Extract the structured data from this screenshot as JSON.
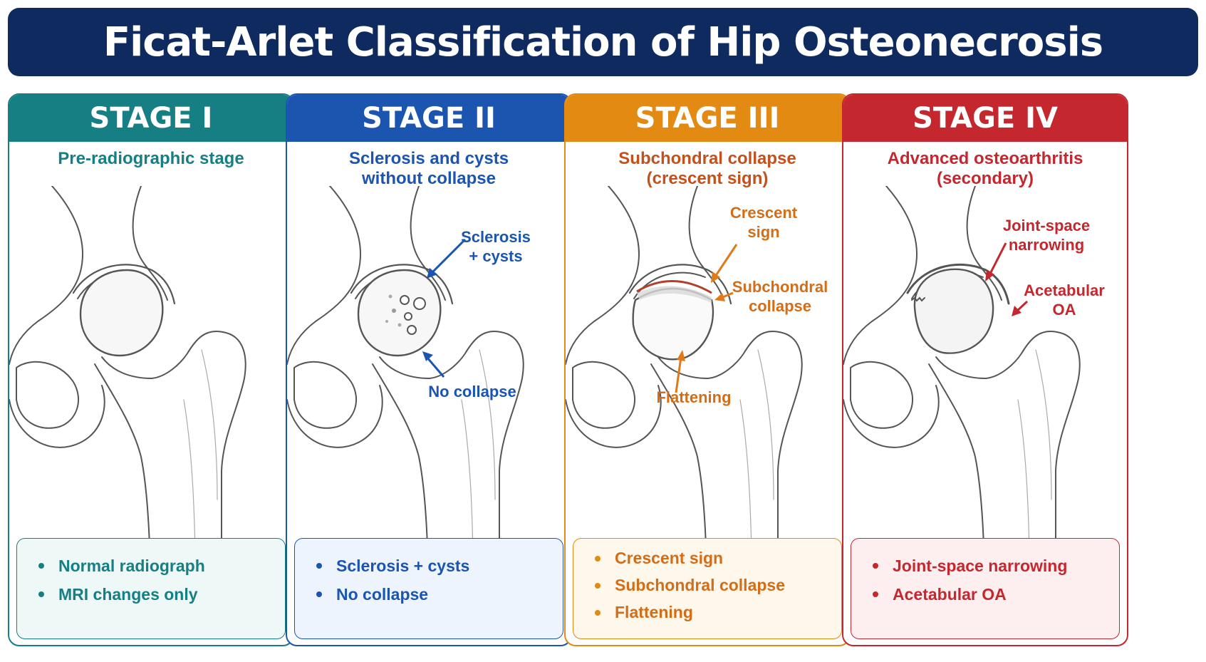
{
  "title": "Ficat-Arlet Classification of Hip Osteonecrosis",
  "stages": [
    {
      "label": "STAGE I",
      "subtitle": "Pre-radiographic stage",
      "color": "#167f83",
      "bg": "#eef8f7",
      "bullets": [
        "Normal radiograph",
        "MRI changes only"
      ],
      "annotations": []
    },
    {
      "label": "STAGE II",
      "subtitle": "Sclerosis and cysts\nwithout collapse",
      "color": "#1b55b0",
      "bg": "#eef4fd",
      "bullets": [
        "Sclerosis + cysts",
        "No collapse"
      ],
      "annotations": [
        "Sclerosis\n+ cysts",
        "No collapse"
      ]
    },
    {
      "label": "STAGE III",
      "subtitle": "Subchondral collapse\n(crescent sign)",
      "color": "#e28a12",
      "text_color": "#c4501c",
      "bg": "#fef7ec",
      "bullets": [
        "Crescent sign",
        "Subchondral collapse",
        "Flattening"
      ],
      "annotations": [
        "Crescent\nsign",
        "Subchondral\ncollapse",
        "Flattening"
      ]
    },
    {
      "label": "STAGE IV",
      "subtitle": "Advanced osteoarthritis\n(secondary)",
      "color": "#c4272d",
      "bg": "#fdeff0",
      "bullets": [
        "Joint-space narrowing",
        "Acetabular OA"
      ],
      "annotations": [
        "Joint-space\nnarrowing",
        "Acetabular\nOA"
      ]
    }
  ]
}
